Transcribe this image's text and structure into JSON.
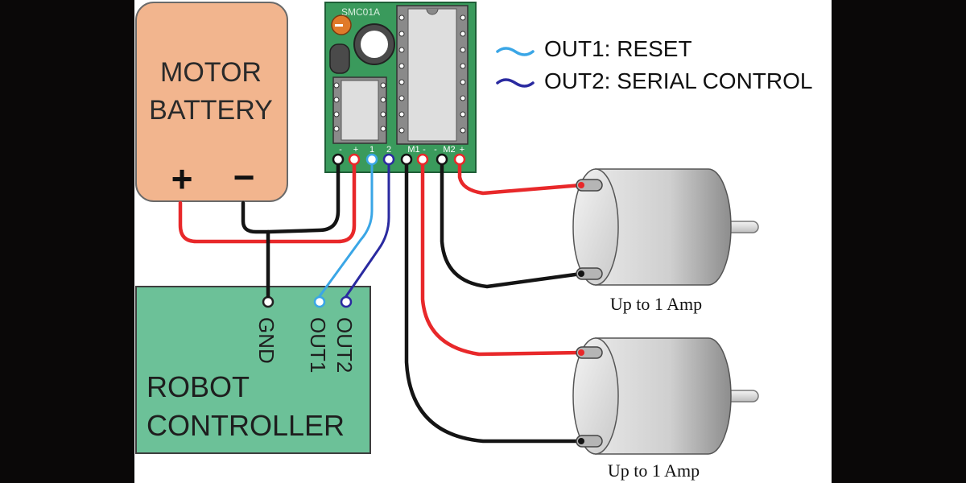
{
  "battery": {
    "line1": "MOTOR",
    "line2": "BATTERY",
    "plus": "+",
    "minus": "−"
  },
  "board": {
    "label": "SMC01A",
    "pins": [
      "-",
      "+",
      "1",
      "2",
      "M1",
      "-",
      "-",
      "M2",
      "+"
    ]
  },
  "legend": {
    "out1": "OUT1: RESET",
    "out2": "OUT2: SERIAL CONTROL"
  },
  "controller": {
    "line1": "ROBOT",
    "line2": "CONTROLLER",
    "pins": [
      "GND",
      "OUT1",
      "OUT2"
    ]
  },
  "motors": [
    {
      "rating": "Up to 1 Amp"
    },
    {
      "rating": "Up to 1 Amp"
    }
  ],
  "colors": {
    "background": "#ffffff",
    "side_bars": "#0a0808",
    "battery_fill": "#f2b58e",
    "controller_fill": "#6cc198",
    "board_fill": "#3a9a5c",
    "wire_red": "#e8282a",
    "wire_black": "#141414",
    "wire_out1": "#3aa6e6",
    "wire_out2": "#2a2aa0"
  }
}
